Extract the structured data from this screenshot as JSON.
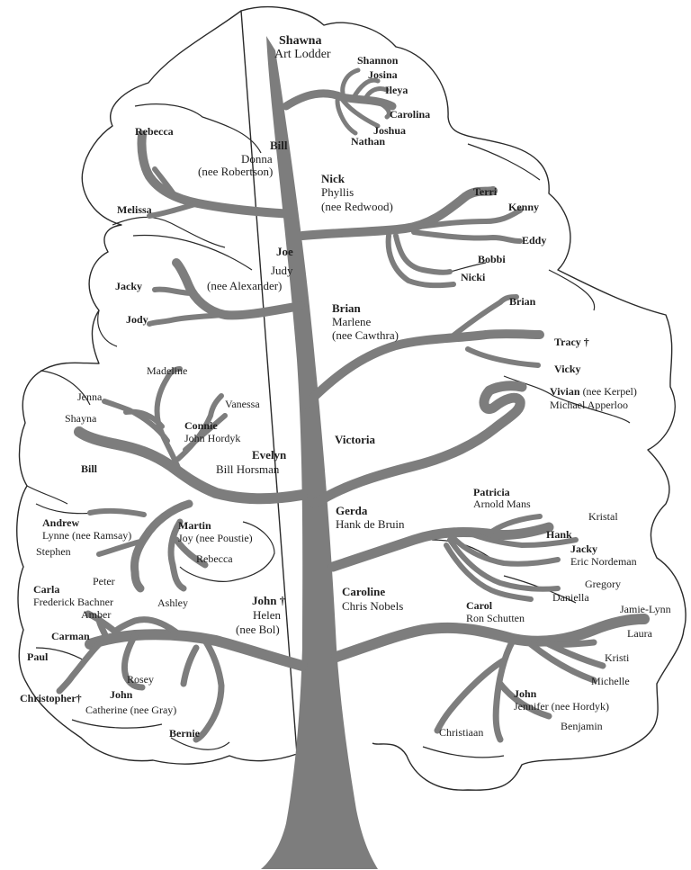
{
  "symbols": {
    "deceased": "†"
  },
  "names": {
    "shawna": "Shawna",
    "art_lodder": "Art Lodder",
    "shannon": "Shannon",
    "josina": "Josina",
    "ileya": "Ileya",
    "carolina": "Carolina",
    "joshua": "Joshua",
    "nathan": "Nathan",
    "rebecca_top": "Rebecca",
    "bill_top": "Bill",
    "donna": "Donna",
    "nee_robertson": "(nee Robertson)",
    "melissa": "Melissa",
    "nick": "Nick",
    "phyllis": "Phyllis",
    "nee_redwood": "(nee Redwood)",
    "terri": "Terri",
    "kenny": "Kenny",
    "eddy": "Eddy",
    "bobbi": "Bobbi",
    "nicki": "Nicki",
    "joe": "Joe",
    "judy": "Judy",
    "nee_alexander": "(nee Alexander)",
    "jacky_left": "Jacky",
    "jody": "Jody",
    "brian_child": "Brian",
    "brian": "Brian",
    "marlene": "Marlene",
    "nee_cawthra": "(nee Cawthra)",
    "tracy": "Tracy",
    "vicky": "Vicky",
    "madeline": "Madeline",
    "jenna": "Jenna",
    "vanessa": "Vanessa",
    "shayna": "Shayna",
    "connie": "Connie",
    "john_hordyk": "John Hordyk",
    "vivian": "Vivian",
    "nee_kerpel": "(nee Kerpel)",
    "michael_apperloo": "Michael Apperloo",
    "victoria": "Victoria",
    "bill_left": "Bill",
    "evelyn": "Evelyn",
    "bill_horsman": "Bill Horsman",
    "patricia": "Patricia",
    "arnold_mans": "Arnold Mans",
    "gerda": "Gerda",
    "hank_de_bruin": "Hank de Bruin",
    "kristal": "Kristal",
    "hank": "Hank",
    "jacky_right": "Jacky",
    "eric_nordeman": "Eric Nordeman",
    "gregory": "Gregory",
    "daniella": "Daniella",
    "andrew": "Andrew",
    "lynne_ramsay": "Lynne (nee Ramsay)",
    "martin": "Martin",
    "joy_poustie": "Joy (nee Poustie)",
    "stephen": "Stephen",
    "rebecca_mid": "Rebecca",
    "peter": "Peter",
    "carla": "Carla",
    "frederick_bachner": "Frederick Bachner",
    "ashley": "Ashley",
    "amber": "Amber",
    "john_main": "John",
    "helen": "Helen",
    "nee_bol": "(nee Bol)",
    "caroline": "Caroline",
    "chris_nobels": "Chris Nobels",
    "carol": "Carol",
    "ron_schutten": "Ron Schutten",
    "jamie_lynn": "Jamie-Lynn",
    "laura": "Laura",
    "carman": "Carman",
    "paul": "Paul",
    "rosey": "Rosey",
    "kristi": "Kristi",
    "michelle": "Michelle",
    "christopher": "Christopher",
    "john_child": "John",
    "catherine_gray": "Catherine (nee Gray)",
    "john_right": "John",
    "jennifer_hordyk": "Jennifer (nee Hordyk)",
    "benjamin": "Benjamin",
    "christiaan": "Christiaan",
    "bernie": "Bernie"
  },
  "colors": {
    "branch": "#7d7d7d",
    "outline": "#222222",
    "text": "#1e1e1e",
    "background": "#ffffff"
  }
}
